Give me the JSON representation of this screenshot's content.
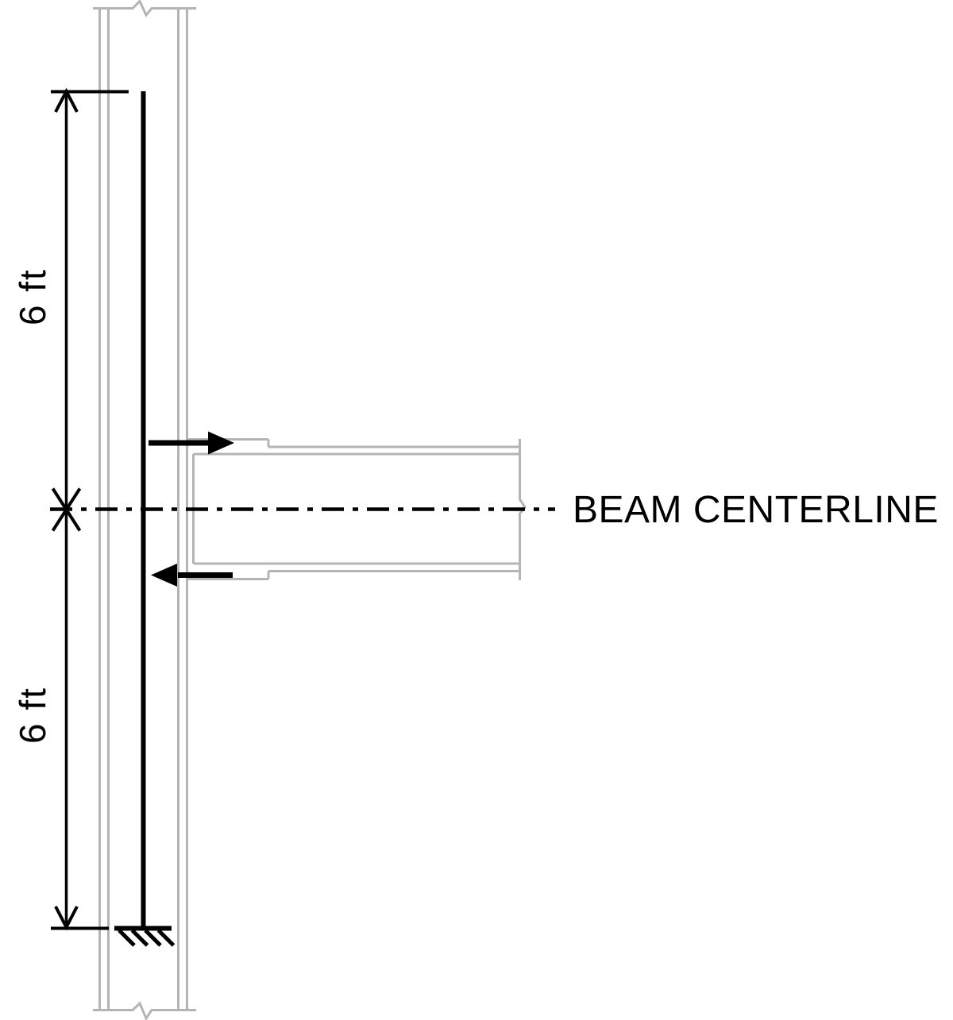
{
  "diagram": {
    "kind": "beam-to-column moment connection elevation",
    "labels": {
      "beam_centerline": "BEAM CENTERLINE",
      "upper_dimension": "6 ft",
      "lower_dimension": "6 ft"
    },
    "colors": {
      "member_outline": "#b4b4b4",
      "drawing_black": "#000000"
    }
  }
}
